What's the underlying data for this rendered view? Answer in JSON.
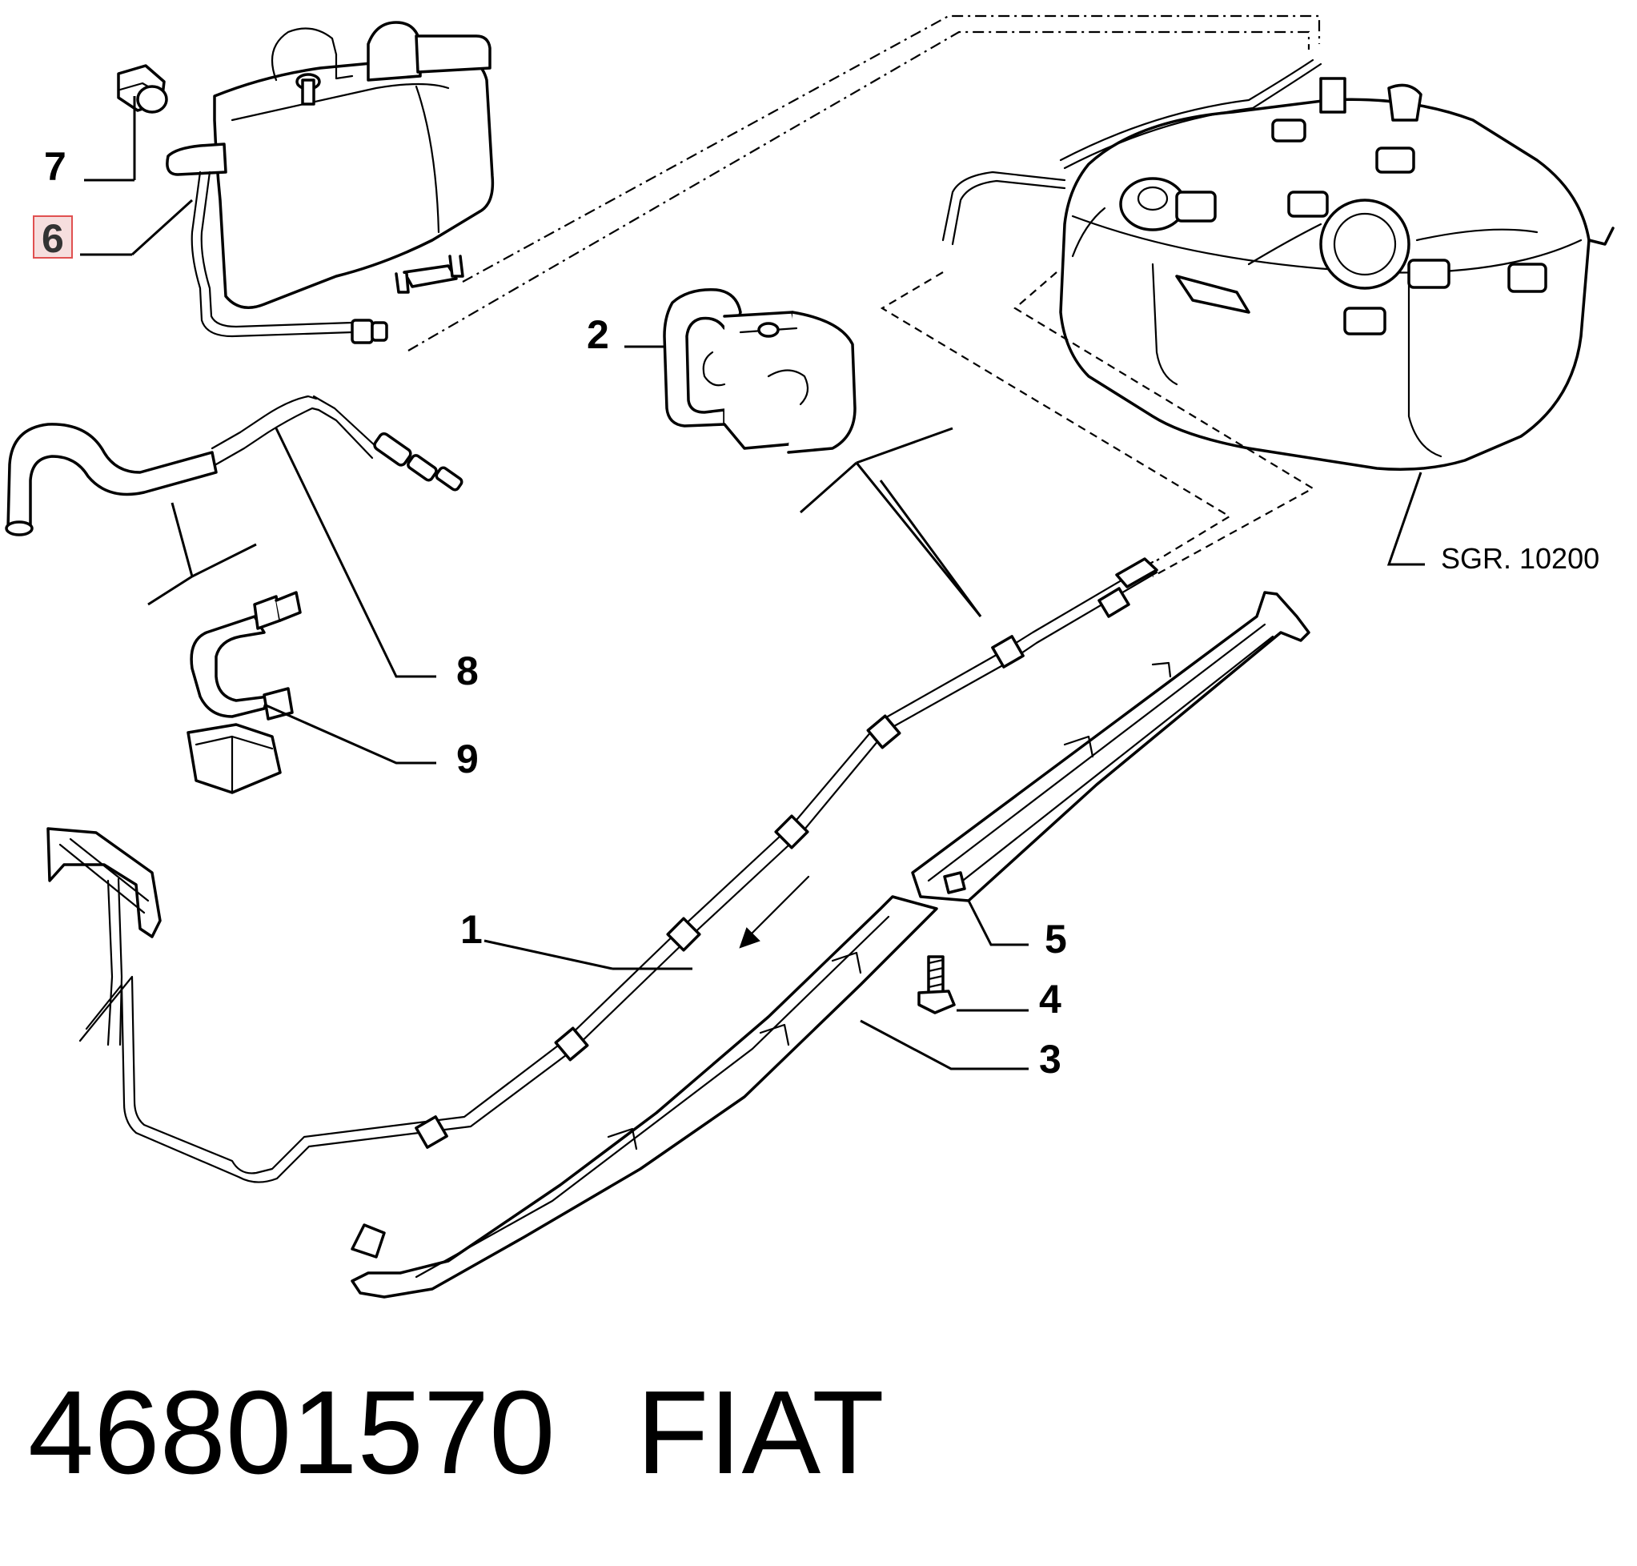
{
  "callouts": [
    {
      "id": "1",
      "label": "1"
    },
    {
      "id": "2",
      "label": "2"
    },
    {
      "id": "3",
      "label": "3"
    },
    {
      "id": "4",
      "label": "4"
    },
    {
      "id": "5",
      "label": "5"
    },
    {
      "id": "6",
      "label": "6",
      "highlighted": true
    },
    {
      "id": "7",
      "label": "7"
    },
    {
      "id": "8",
      "label": "8"
    },
    {
      "id": "9",
      "label": "9"
    }
  ],
  "reference": "SGR. 10200",
  "footer": {
    "part_number": "46801570",
    "brand": "FIAT"
  },
  "colors": {
    "line": "#000000",
    "background": "#ffffff",
    "highlight_border": "#e05050",
    "highlight_fill": "#f6dede"
  }
}
